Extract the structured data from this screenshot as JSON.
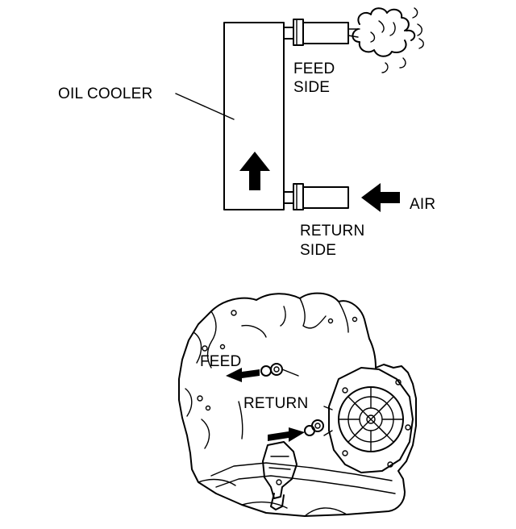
{
  "labels": {
    "oil_cooler": "OIL COOLER",
    "feed_side_line1": "FEED",
    "feed_side_line2": "SIDE",
    "return_side_line1": "RETURN",
    "return_side_line2": "SIDE",
    "air": "AIR",
    "feed": "FEED",
    "return": "RETURN"
  },
  "colors": {
    "ink": "#000000",
    "paper": "#ffffff"
  },
  "icons": {
    "air_burst": "cloud-puff-icon",
    "direction": "filled-arrow-icon"
  }
}
